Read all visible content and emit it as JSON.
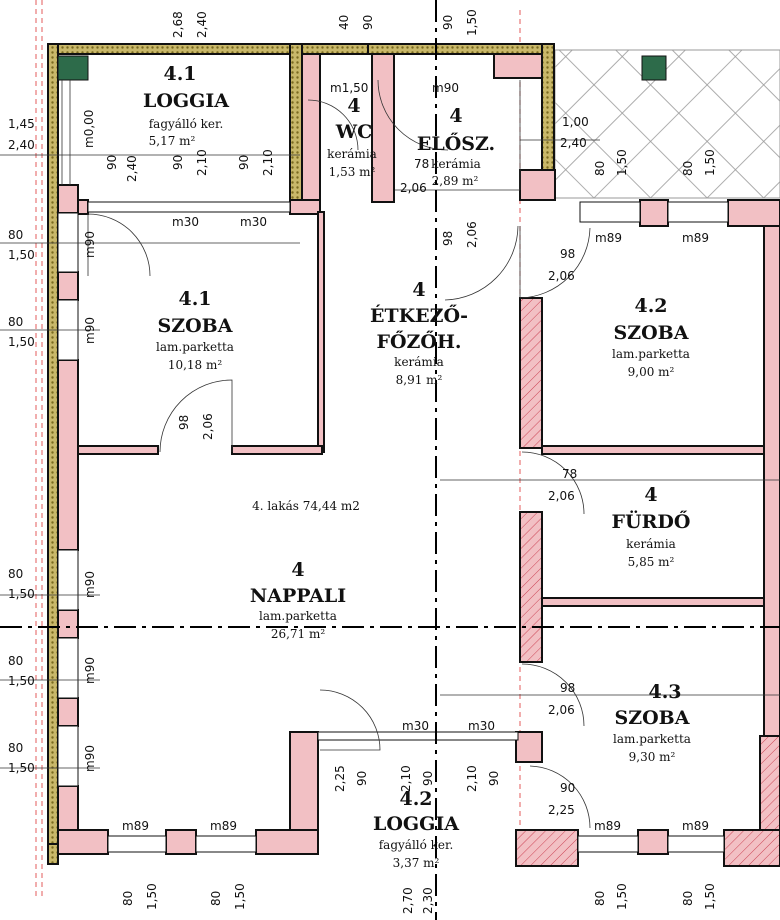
{
  "apartment": "4. lakás 74,44 m2",
  "rooms": {
    "loggia_top": {
      "num": "4.1",
      "name": "LOGGIA",
      "floor": "fagyálló ker.",
      "area": "5,17 m²"
    },
    "wc": {
      "num": "4",
      "name": "WC",
      "floor": "kerámia",
      "area": "1,53 m²"
    },
    "eloszoba": {
      "num": "4",
      "name": "ELŐSZ.",
      "floor": "kerámia",
      "area": "2,89 m²"
    },
    "szoba_41": {
      "num": "4.1",
      "name": "SZOBA",
      "floor": "lam.parketta",
      "area": "10,18 m²"
    },
    "etkezo": {
      "num": "4",
      "name1": "ÉTKEZŐ-",
      "name2": "FŐZŐH.",
      "floor": "kerámia",
      "area": "8,91 m²"
    },
    "szoba_42": {
      "num": "4.2",
      "name": "SZOBA",
      "floor": "lam.parketta",
      "area": "9,00 m²"
    },
    "furdo": {
      "num": "4",
      "name": "FÜRDŐ",
      "floor": "kerámia",
      "area": "5,85 m²"
    },
    "nappali": {
      "num": "4",
      "name": "NAPPALI",
      "floor": "lam.parketta",
      "area": "26,71 m²"
    },
    "szoba_43": {
      "num": "4.3",
      "name": "SZOBA",
      "floor": "lam.parketta",
      "area": "9,30 m²"
    },
    "loggia_bot": {
      "num": "4.2",
      "name": "LOGGIA",
      "floor": "fagyálló ker.",
      "area": "3,37 m²"
    }
  },
  "top_dims": [
    "2,68",
    "2,40",
    "40",
    "90",
    "90",
    "1,50"
  ],
  "left_dims": [
    "1,45",
    "2,40",
    "80",
    "1,50",
    "80",
    "1,50",
    "80",
    "1,50",
    "80",
    "1,50",
    "80",
    "1,50"
  ],
  "bottom_dims": [
    "80",
    "1,50",
    "80",
    "1,50",
    "2,70",
    "2,30",
    "80",
    "1,50",
    "80",
    "1,50"
  ],
  "inner_dims": {
    "m00": "m0,00",
    "m150": "m1,50",
    "m90": "m90",
    "m30": "m30",
    "m89": "m89",
    "d90": "90",
    "d240": "2,40",
    "d210": "2,10",
    "d98": "98",
    "d206": "2,06",
    "d78": "78",
    "d100": "1,00",
    "d80": "80",
    "d150": "1,50",
    "d225": "2,25"
  }
}
